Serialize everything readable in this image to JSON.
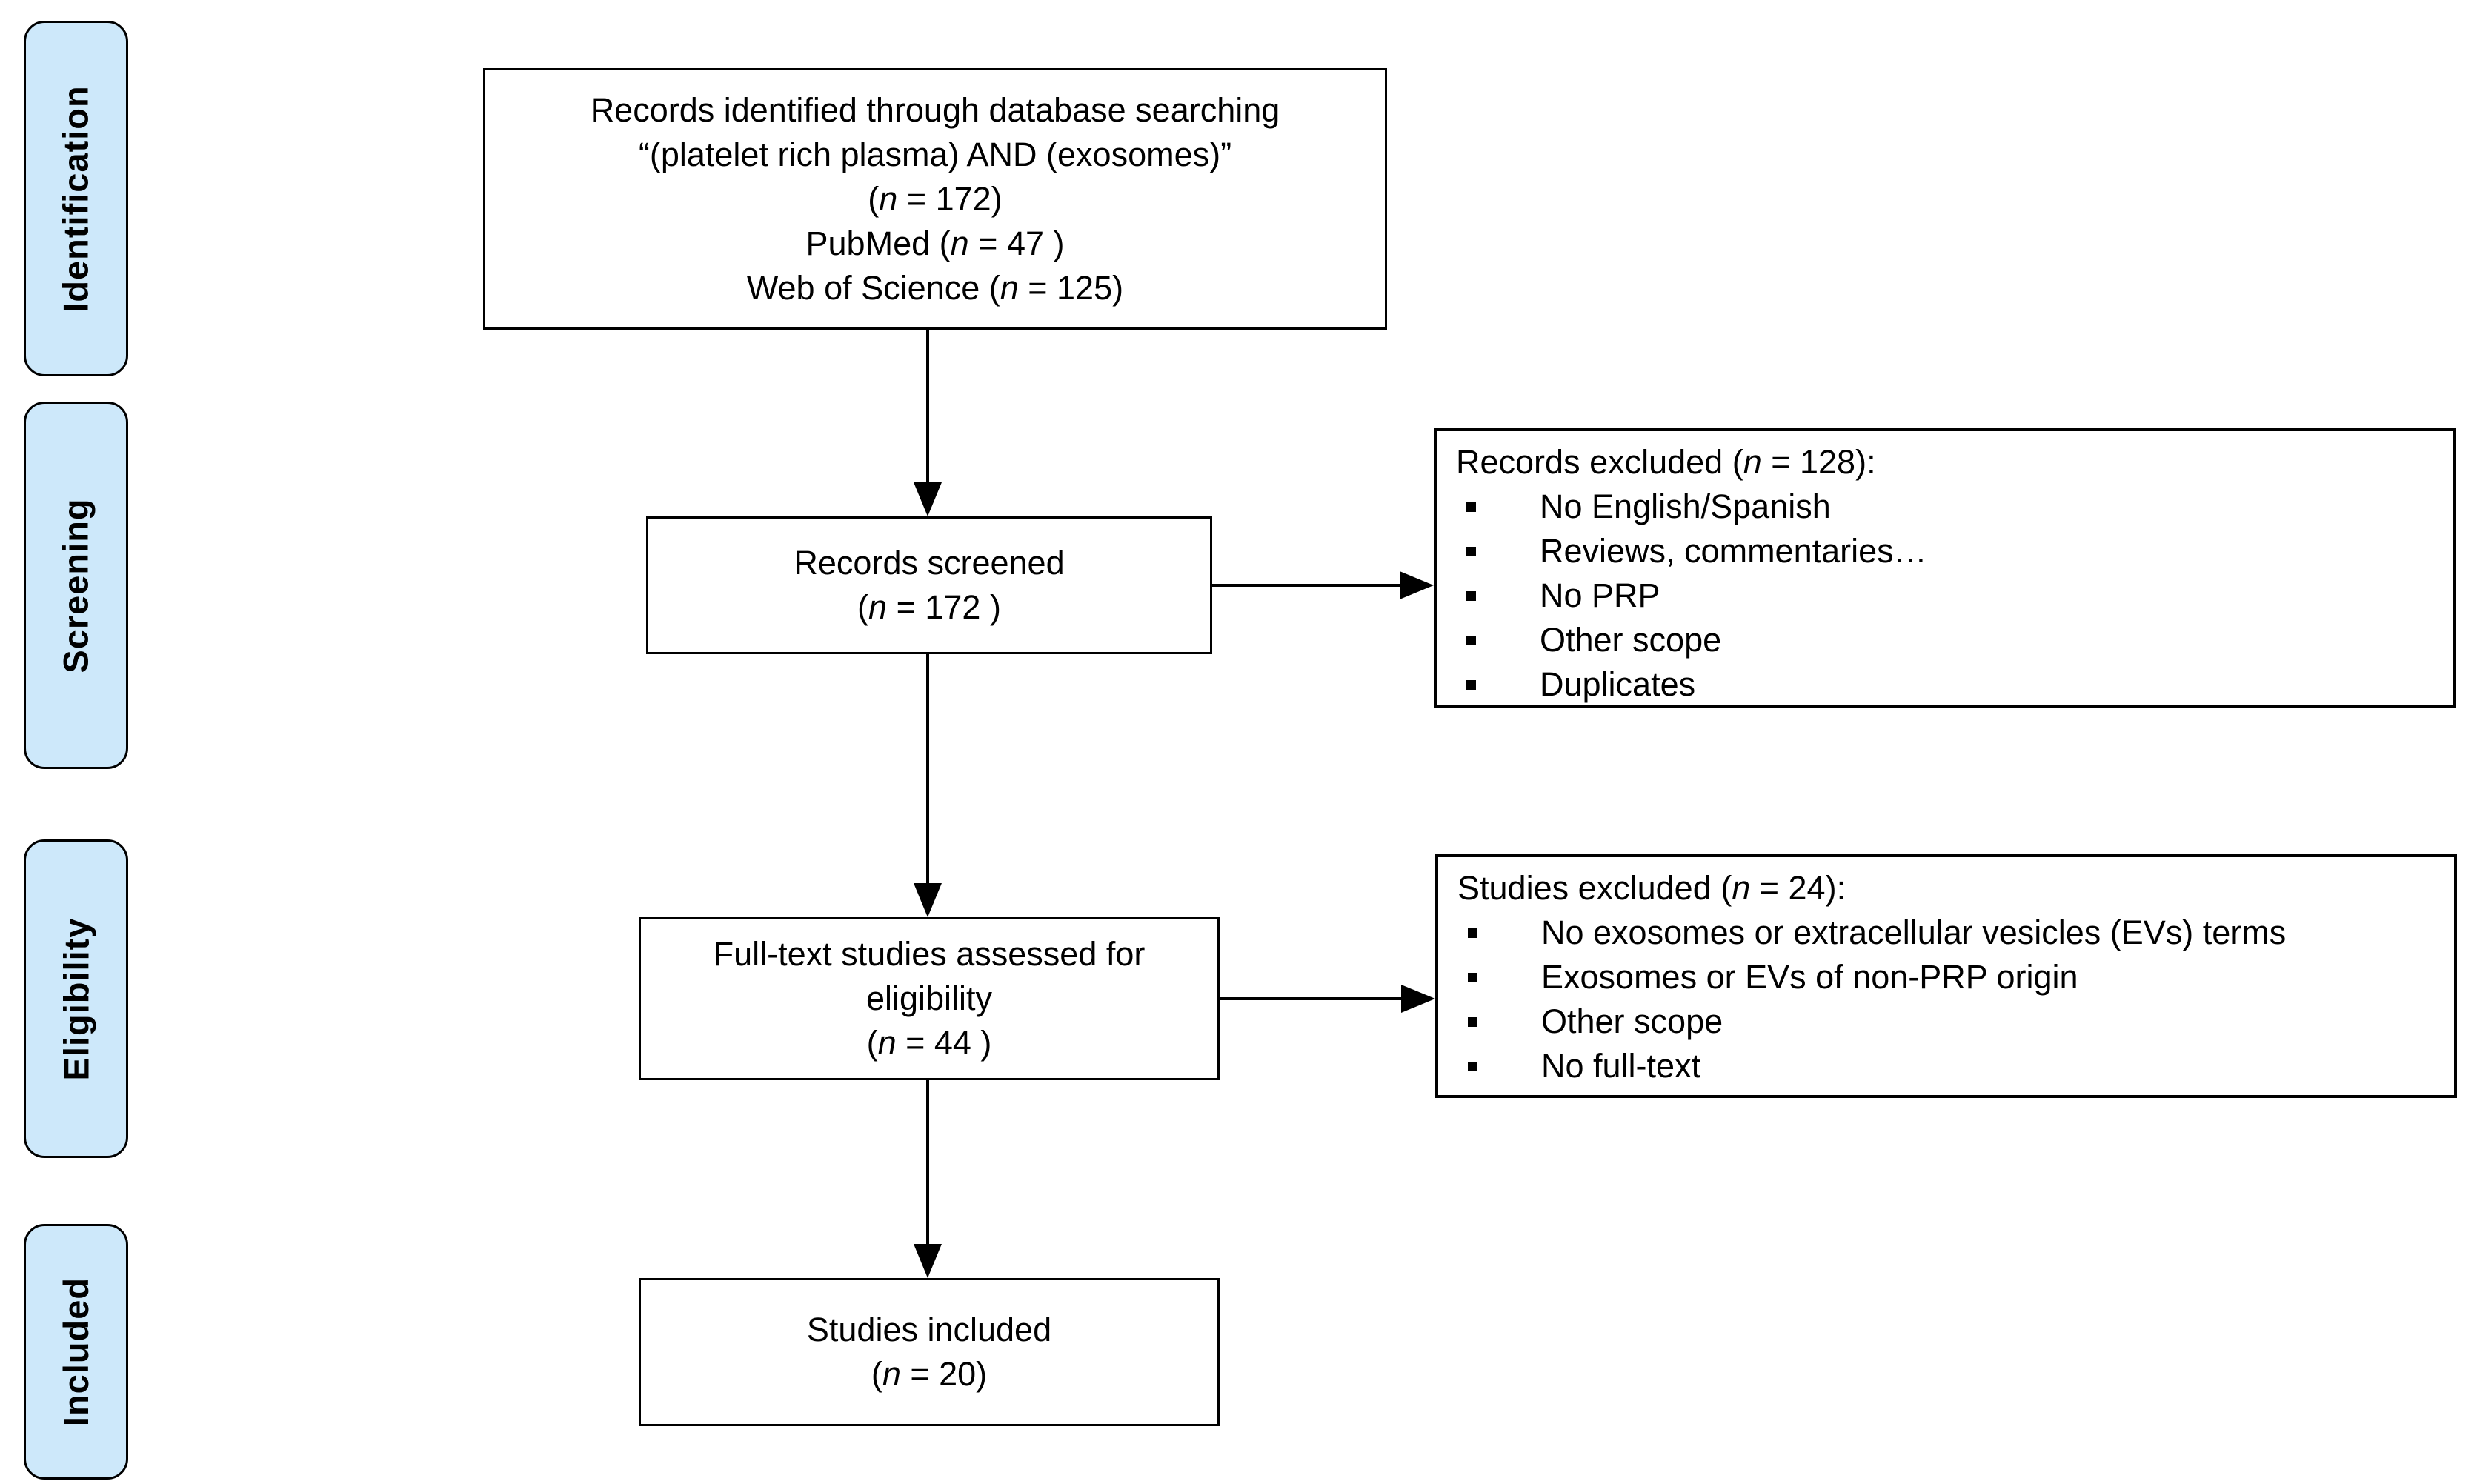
{
  "figure": {
    "type": "prisma-flow-diagram",
    "colors": {
      "stage_fill": "#cde8fa",
      "stroke": "#000000",
      "background": "#ffffff"
    }
  },
  "sidebar": {
    "stages": [
      {
        "label": "Identification"
      },
      {
        "label": "Screening"
      },
      {
        "label": "Eligibility"
      },
      {
        "label": "Included"
      }
    ]
  },
  "boxes": {
    "identification": {
      "lines": [
        {
          "text": "Records identified through database searching"
        },
        {
          "text": "“(platelet rich plasma) AND (exosomes)”"
        },
        {
          "pre": "(",
          "n": "n",
          "post": " = 172)"
        },
        {
          "pre": "PubMed (",
          "n": "n",
          "post": " = 47 )"
        },
        {
          "pre": "Web of Science (",
          "n": "n",
          "post": " = 125)"
        }
      ]
    },
    "screened": {
      "lines": [
        {
          "text": "Records screened"
        },
        {
          "pre": "(",
          "n": "n",
          "post": " = 172 )"
        }
      ]
    },
    "records_excluded": {
      "title": {
        "pre": "Records excluded (",
        "n": "n",
        "post": " = 128):"
      },
      "bullets": [
        "No English/Spanish",
        "Reviews, commentaries…",
        "No PRP",
        "Other scope",
        "Duplicates"
      ]
    },
    "fulltext": {
      "lines": [
        {
          "text": "Full-text studies assessed for"
        },
        {
          "text": "eligibility"
        },
        {
          "pre": "(",
          "n": "n",
          "post": " = 44 )"
        }
      ]
    },
    "studies_excluded": {
      "title": {
        "pre": "Studies excluded (",
        "n": "n",
        "post": " = 24):"
      },
      "bullets": [
        "No exosomes or extracellular vesicles (EVs) terms",
        "Exosomes or EVs of non-PRP origin",
        "Other scope",
        "No full-text"
      ]
    },
    "included": {
      "lines": [
        {
          "text": "Studies included"
        },
        {
          "pre": "(",
          "n": "n",
          "post": " = 20)"
        }
      ]
    }
  }
}
